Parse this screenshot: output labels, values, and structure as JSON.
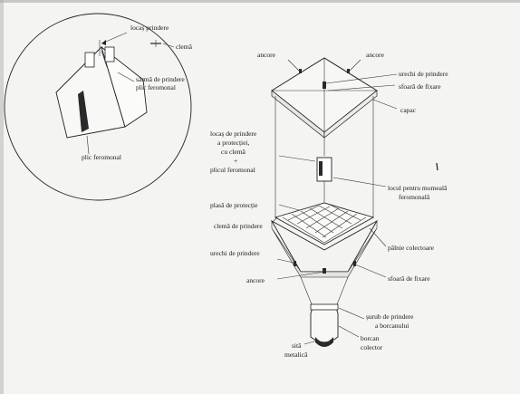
{
  "inset": {
    "labels": {
      "locas_prindere": "locaș prindere",
      "clema": "clemă",
      "sarma_line1": "sârmă de prindere",
      "sarma_line2": "plic feromonal",
      "plic_feromonal": "plic feromonal"
    }
  },
  "trap": {
    "labels": {
      "ancore_top_left": "ancore",
      "ancore_top_right": "ancore",
      "urechi_prindere_top": "urechi de prindere",
      "sfoara_fixare_top": "sfoară de fixare",
      "capac": "capac",
      "locas_line1": "locaș de prindere",
      "locas_line2": "a protecției,",
      "locas_line3": "cu clemă",
      "locas_plus": "+",
      "locas_line4": "plicul feromonal",
      "locul_line1": "locul pentru momeală",
      "locul_line2": "feromonală",
      "plasa_protectie": "plasă de protecție",
      "clema_prindere": "clemă de prindere",
      "palnie_colectoare": "pâlnie colectoare",
      "urechi_prindere_mid": "urechi de prindere",
      "ancore_bottom": "ancore",
      "sfoara_fixare_bottom": "sfoară de fixare",
      "surub_line1": "șurub de prindere",
      "surub_line2": "a borcanului",
      "borcan_line1": "borcan",
      "borcan_line2": "colector",
      "sita_line1": "sită",
      "sita_line2": "metalică"
    }
  }
}
